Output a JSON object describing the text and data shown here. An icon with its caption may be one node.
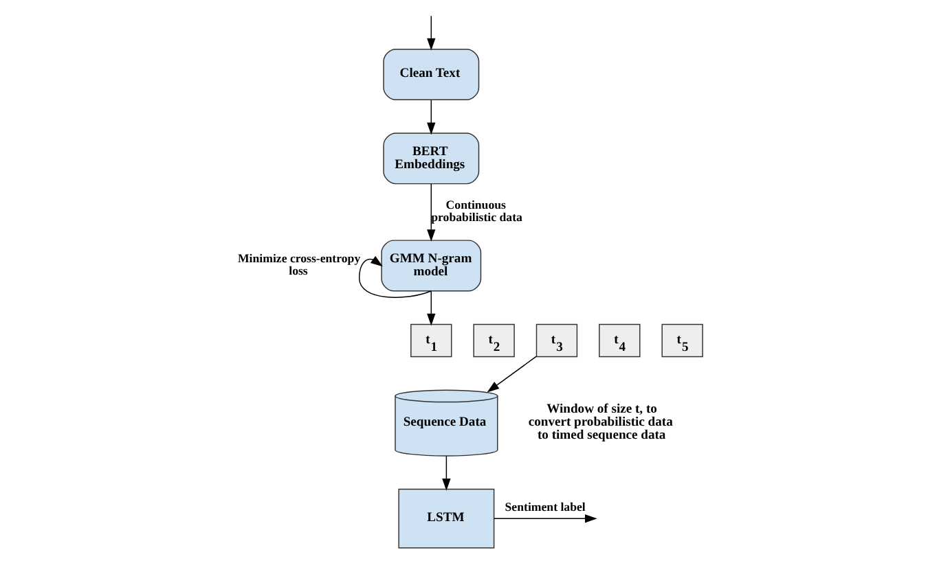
{
  "diagram": {
    "nodes": [
      {
        "text": [
          "Clean Text"
        ]
      },
      {
        "text": [
          "BERT Embeddings"
        ]
      },
      {
        "text": [
          "GMM N-gram model"
        ]
      },
      {
        "text": [
          "t$_{1}$"
        ]
      },
      {
        "text": [
          "t$_{2}$"
        ]
      },
      {
        "text": [
          "t$_{3}$"
        ]
      },
      {
        "text": [
          "t$_{4}$"
        ]
      },
      {
        "text": [
          "t$_{5}$"
        ]
      },
      {
        "text": [
          "Sequence Data"
        ]
      },
      {
        "text": [
          "LSTM"
        ]
      }
    ],
    "edges": [
      {
        "from": null,
        "to": 0,
        "arrow": "to"
      },
      {
        "from": 0,
        "to": 1,
        "arrow": "to"
      },
      {
        "from": 1,
        "to": 2,
        "arrow": "to",
        "label": "Continuous probabilistic data"
      },
      {
        "from": 2,
        "to": 2,
        "arrow": "to",
        "label": "Minimize cross-entropy loss"
      },
      {
        "from": 2,
        "to": 3,
        "arrow": "to"
      },
      {
        "from": 5,
        "to": 8,
        "arrow": "to"
      },
      {
        "from": 8,
        "to": 9,
        "arrow": "to"
      },
      {
        "from": 9,
        "to": null,
        "arrow": "to",
        "label": "Sentiment label"
      }
    ],
    "labels": [
      "Window of size t, to convert probabilistic data to timed sequence data"
    ]
  }
}
